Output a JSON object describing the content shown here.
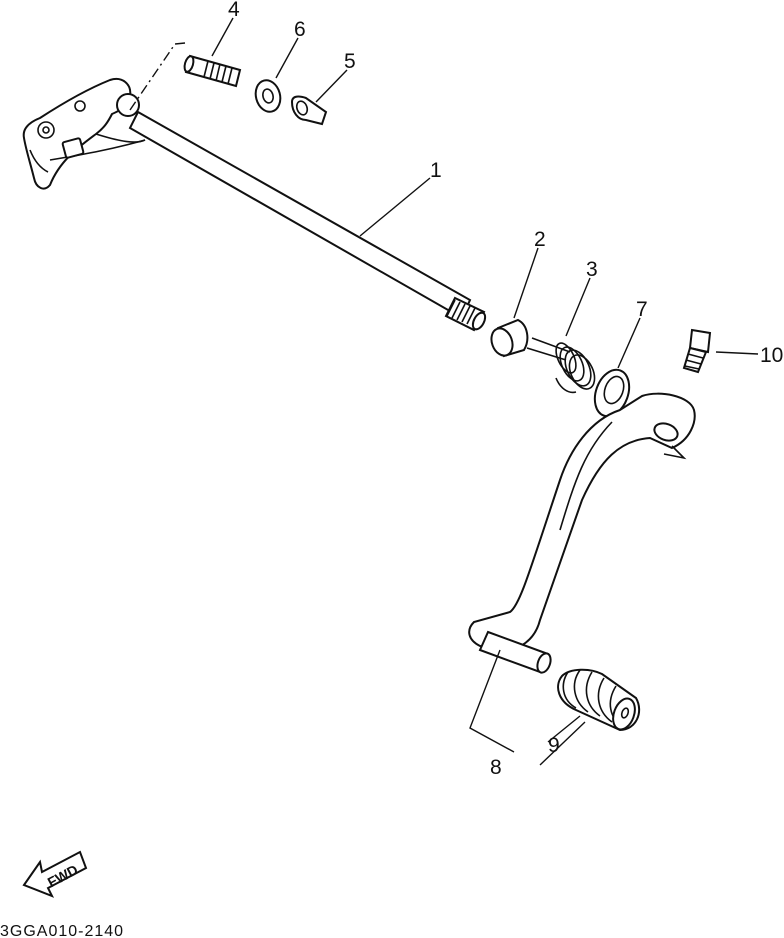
{
  "callouts": {
    "p1": "1",
    "p2": "2",
    "p3": "3",
    "p4": "4",
    "p5": "5",
    "p6": "6",
    "p7": "7",
    "p8": "8",
    "p9": "9",
    "p10": "10"
  },
  "fwd_label": "FWD",
  "diagram_code": "3GGA010-2140"
}
